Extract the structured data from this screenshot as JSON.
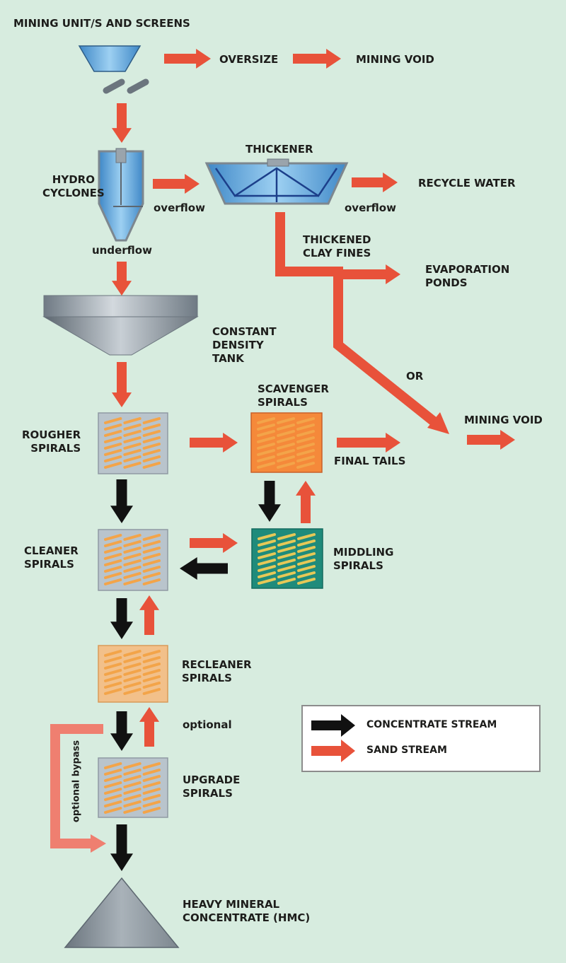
{
  "labels": {
    "mining_units": "MINING UNIT/S AND SCREENS",
    "oversize": "OVERSIZE",
    "mining_void_top": "MINING VOID",
    "thickener": "THICKENER",
    "hydro_cyclones": "HYDRO\nCYCLONES",
    "recycle_water": "RECYCLE WATER",
    "overflow_cyclone": "overflow",
    "overflow_thickener": "overflow",
    "thickened_clay_fines": "THICKENED\nCLAY FINES",
    "evaporation_ponds": "EVAPORATION\nPONDS",
    "underflow": "underflow",
    "constant_density_tank": "CONSTANT\nDENSITY\nTANK",
    "or": "OR",
    "scavenger_spirals": "SCAVENGER\nSPIRALS",
    "mining_void_right": "MINING VOID",
    "rougher_spirals": "ROUGHER\nSPIRALS",
    "final_tails": "FINAL TAILS",
    "cleaner_spirals": "CLEANER\nSPIRALS",
    "middling_spirals": "MIDDLING\nSPIRALS",
    "recleaner_spirals": "RECLEANER\nSPIRALS",
    "optional": "optional",
    "optional_bypass": "optional bypass",
    "upgrade_spirals": "UPGRADE\nSPIRALS",
    "hmc": "HEAVY MINERAL\nCONCENTRATE (HMC)"
  },
  "legend": {
    "concentrate_stream": "CONCENTRATE STREAM",
    "sand_stream": "SAND STREAM"
  },
  "colors": {
    "background": "#d7ecdf",
    "sand_stream": "#e8523a",
    "concentrate_stream": "#111111",
    "bypass": "#ef7f70",
    "spiral_orange": "#f3a449",
    "spiral_panel": "#b9c4cc",
    "scavenger_panel": "#f5893a",
    "middling_panel": "#1f8b7b",
    "water_blue": "#6aaee0",
    "steel": "#9aa4ac"
  }
}
